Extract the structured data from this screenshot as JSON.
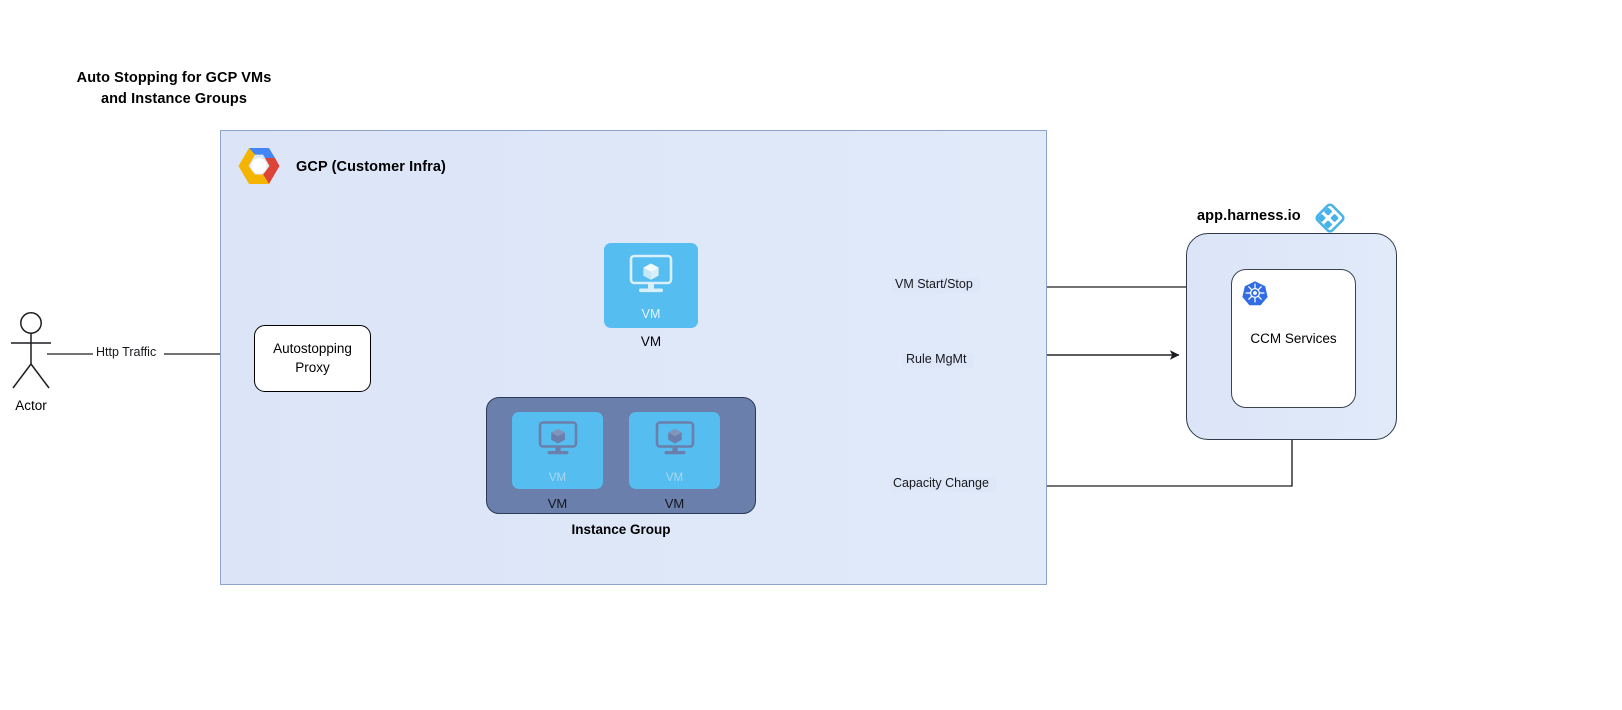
{
  "title": {
    "line1": "Auto Stopping for GCP VMs",
    "line2": "and Instance Groups"
  },
  "colors": {
    "gcp_panel_bg": "#dde7f8",
    "gcp_panel_border": "#8ea3c8",
    "vm_blue": "#55bdef",
    "instance_group_bg": "#6a7fab",
    "instance_group_border": "#2c3b55",
    "harness_blue": "#48b3e8",
    "kubernetes_blue": "#326ce5",
    "edge_stroke": "#1b1d20",
    "gcp_logo_blue": "#4285f4",
    "gcp_logo_red": "#db4437",
    "gcp_logo_yellow": "#f4b400"
  },
  "actor": {
    "label": "Actor",
    "icon": "stick-figure-actor-icon"
  },
  "gcp_panel": {
    "label": "GCP (Customer Infra)",
    "logo_icon": "gcp-hexagon-logo-icon"
  },
  "autostopping_proxy": {
    "line1": "Autostopping",
    "line2": "Proxy"
  },
  "vm_node": {
    "inner_label": "VM",
    "caption": "VM",
    "icon": "vm-monitor-cube-icon"
  },
  "instance_group": {
    "caption": "Instance Group",
    "vms": [
      {
        "inner_label": "VM",
        "caption": "VM",
        "icon": "vm-monitor-cube-icon"
      },
      {
        "inner_label": "VM",
        "caption": "VM",
        "icon": "vm-monitor-cube-icon"
      }
    ]
  },
  "harness": {
    "label": "app.harness.io",
    "logo_icon": "harness-diamond-logo-icon",
    "panel_logo_icon": "gcp-hexagon-logo-icon",
    "ccm_services": {
      "label": "CCM Services",
      "icon": "kubernetes-helm-icon"
    }
  },
  "edges": [
    {
      "name": "http-traffic",
      "label": "Http Traffic",
      "from": "actor",
      "to": "autostopping-proxy"
    },
    {
      "name": "vm-start-stop",
      "label": "VM Start/Stop",
      "from": "ccm-services",
      "to": "vm-node"
    },
    {
      "name": "rule-mgmt",
      "label": "Rule MgMt",
      "from": "autostopping-proxy",
      "to": "harness-panel"
    },
    {
      "name": "capacity-change",
      "label": "Capacity Change",
      "from": "harness-panel",
      "to": "instance-group"
    },
    {
      "name": "proxy-to-vm",
      "label": "",
      "from": "autostopping-proxy",
      "to": "vm-node"
    },
    {
      "name": "proxy-to-instance-group",
      "label": "",
      "from": "autostopping-proxy",
      "to": "instance-group"
    }
  ]
}
